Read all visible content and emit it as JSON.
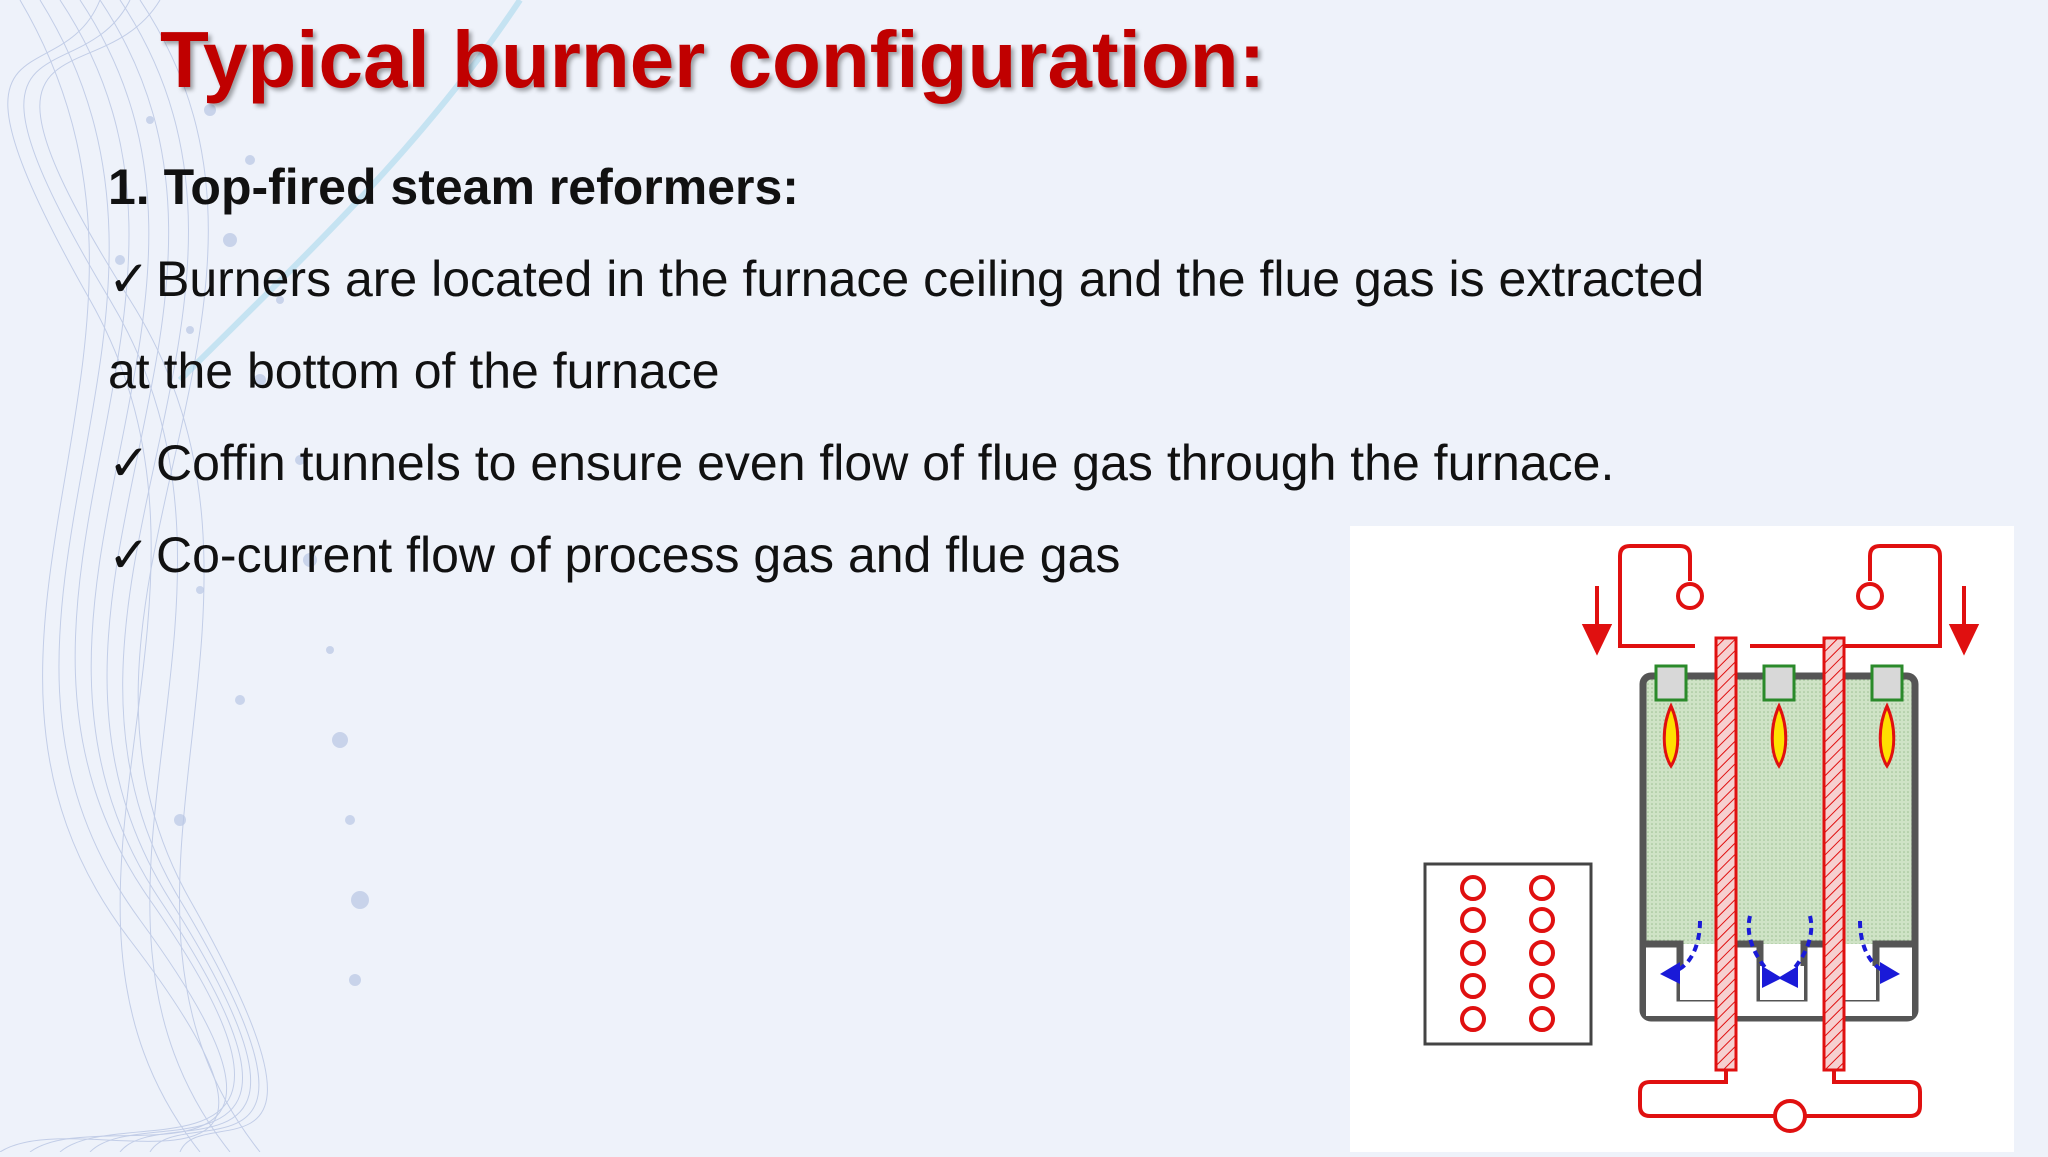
{
  "slide": {
    "title": "Typical burner configuration:",
    "section_heading": "1. Top-fired steam reformers:",
    "bullets": [
      {
        "mark": "✓",
        "text": "Burners are located in the furnace ceiling and the flue gas is extracted",
        "continuation": "at the bottom of the furnace"
      },
      {
        "mark": "✓",
        "text": "Coffin tunnels to ensure even flow of flue gas through the furnace."
      },
      {
        "mark": "✓",
        "text": "Co-current flow of process gas and flue gas"
      }
    ],
    "colors": {
      "title": "#c00000",
      "pipe": "#e01010",
      "furnace_fill": "#cfe3c6",
      "flow_arrows": "#1a1ad8"
    }
  }
}
